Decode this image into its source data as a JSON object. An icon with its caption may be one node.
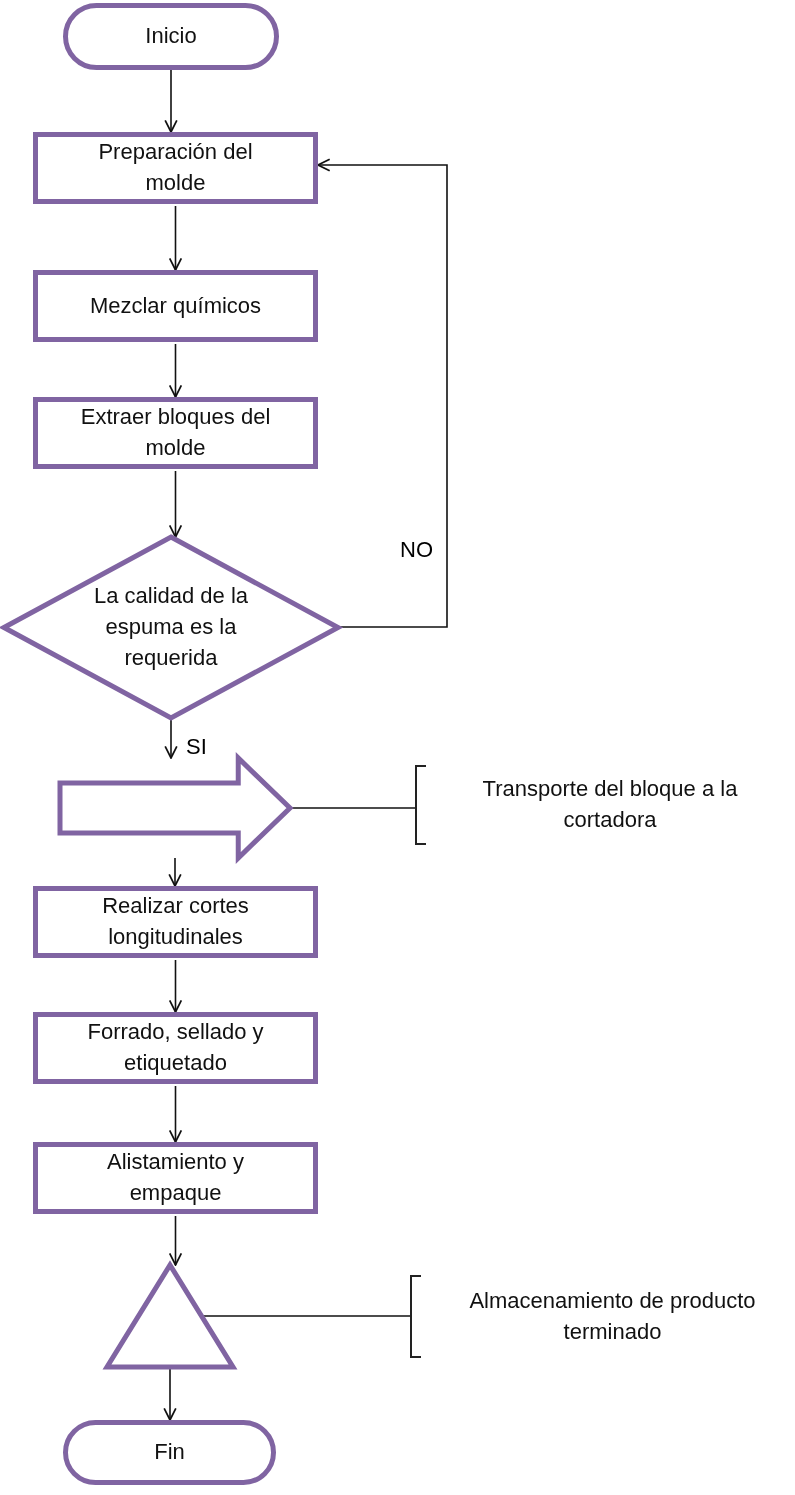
{
  "diagram": {
    "nodes": [
      {
        "text": [
          "Inicio"
        ]
      },
      {
        "text": [
          "Preparación del molde"
        ]
      },
      {
        "text": [
          "Mezclar químicos"
        ]
      },
      {
        "text": [
          "Extraer bloques del molde"
        ]
      },
      {
        "text": [
          "La calidad de la espuma es la requerida"
        ]
      },
      {
        "text": [],
        "shape": "arrow"
      },
      {
        "text": [
          "Transporte del bloque a la cortadora"
        ]
      },
      {
        "text": [
          "Realizar cortes longitudinales"
        ]
      },
      {
        "text": [
          "Forrado, sellado y etiquetado"
        ]
      },
      {
        "text": [
          "Alistamiento y empaque"
        ]
      },
      {
        "text": [],
        "shape": "triangle"
      },
      {
        "text": [
          "Almacenamiento de producto terminado"
        ]
      },
      {
        "text": [
          "Fin"
        ]
      }
    ],
    "edges": [
      {
        "from": 0,
        "to": 1,
        "arrow": "to"
      },
      {
        "from": 1,
        "to": 2,
        "arrow": "to"
      },
      {
        "from": 2,
        "to": 3,
        "arrow": "to"
      },
      {
        "from": 3,
        "to": 4,
        "arrow": "to"
      },
      {
        "from": 4,
        "to": 1,
        "arrow": "to",
        "label": "NO"
      },
      {
        "from": 4,
        "to": 5,
        "arrow": "to",
        "label": "SI"
      },
      {
        "from": 5,
        "to": 6,
        "arrow": "none"
      },
      {
        "from": 5,
        "to": 7,
        "arrow": "to"
      },
      {
        "from": 7,
        "to": 8,
        "arrow": "to"
      },
      {
        "from": 8,
        "to": 9,
        "arrow": "to"
      },
      {
        "from": 9,
        "to": 10,
        "arrow": "to"
      },
      {
        "from": 10,
        "to": 11,
        "arrow": "none"
      },
      {
        "from": 10,
        "to": 12,
        "arrow": "to"
      }
    ]
  }
}
